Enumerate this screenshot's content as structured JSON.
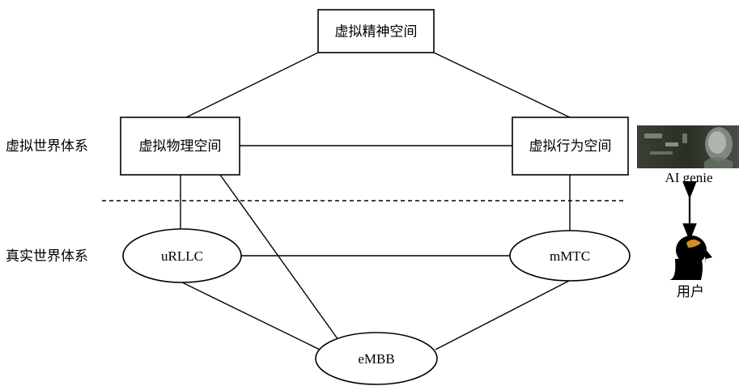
{
  "layers": {
    "virtual": "虚拟世界体系",
    "real": "真实世界体系"
  },
  "boxes": {
    "mental": "虚拟精神空间",
    "physical": "虚拟物理空间",
    "behavior": "虚拟行为空间"
  },
  "nodes": {
    "urllc": "uRLLC",
    "mmtc": "mMTC",
    "embb": "eMBB"
  },
  "side": {
    "ai_genie": "AI genie",
    "user": "用户"
  },
  "colors": {
    "line": "#000000",
    "background": "#ffffff"
  }
}
